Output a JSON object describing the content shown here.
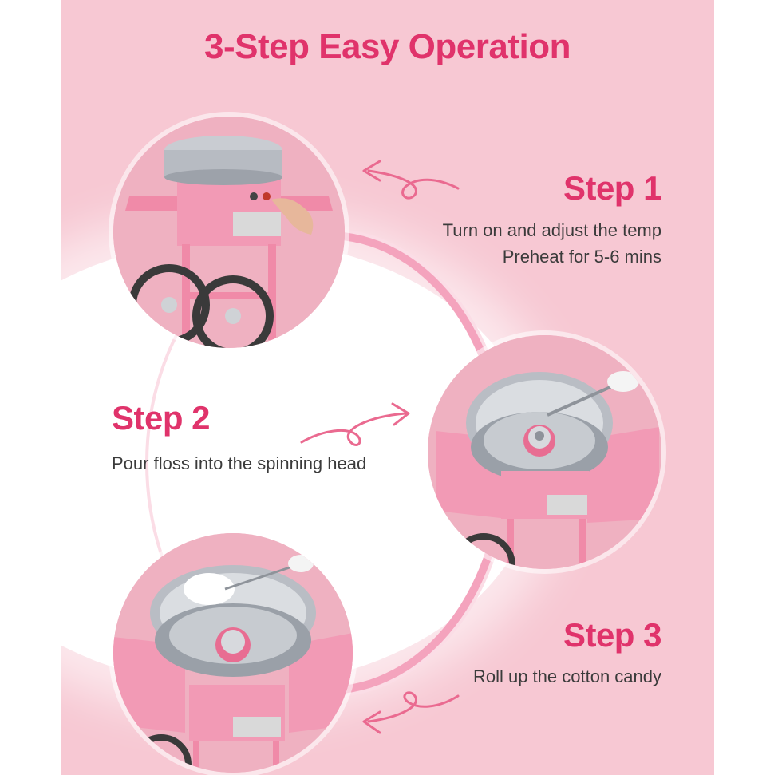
{
  "header": {
    "title": "3-Step Easy Operation"
  },
  "steps": [
    {
      "heading": "Step 1",
      "line1": "Turn on and adjust the temp",
      "line2": "Preheat for 5-6 mins"
    },
    {
      "heading": "Step 2",
      "line1": "Pour floss into the spinning head"
    },
    {
      "heading": "Step 3",
      "line1": "Roll up the cotton candy"
    }
  ],
  "colors": {
    "accent": "#e0336b",
    "background": "#f7c8d3",
    "text": "#3b3b3b"
  }
}
